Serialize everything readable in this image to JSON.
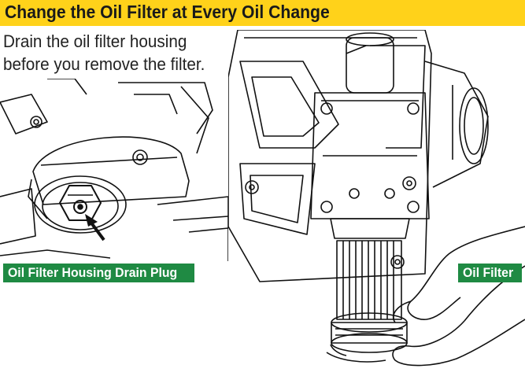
{
  "header": {
    "title": "Change the Oil Filter at Every Oil Change"
  },
  "intro": {
    "line1": "Drain the oil filter housing",
    "line2": "before you remove the filter."
  },
  "labels": {
    "drain_plug": "Oil Filter Housing Drain Plug",
    "oil_filter": "Oil Filter"
  },
  "colors": {
    "banner": "#ffd21a",
    "label_background": "#1f8a43",
    "label_text": "#ffffff"
  }
}
